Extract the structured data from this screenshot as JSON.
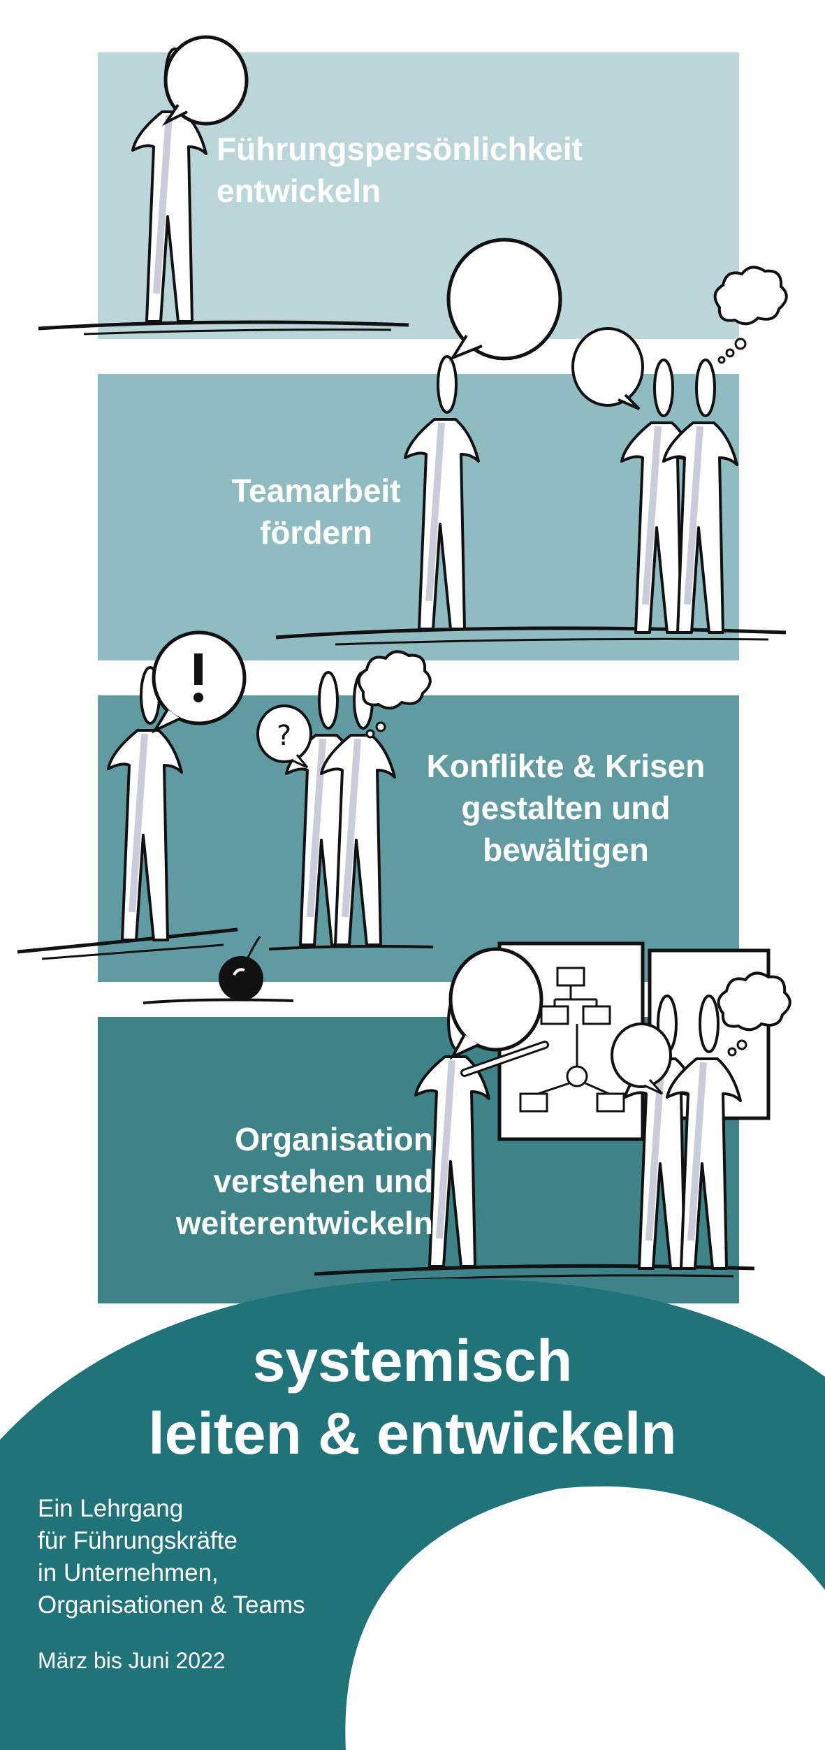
{
  "panels": [
    {
      "title": "Führungspersönlichkeit\nentwickeln"
    },
    {
      "title": "Teamarbeit\nfördern"
    },
    {
      "title": "Konflikte & Krisen\ngestalten und\nbewältigen"
    },
    {
      "title": "Organisation\nverstehen und\nweiterentwickeln"
    }
  ],
  "main_title": "systemisch\nleiten & entwickeln",
  "subtitle": "Ein Lehrgang\nfür Führungskräfte\nin Unternehmen,\nOrganisationen & Teams",
  "date": "März bis Juni 2022",
  "colors": {
    "panel_1": "#bad6d8",
    "panel_2": "#8fbcc1",
    "panel_3": "#5f9ba1",
    "panel_4": "#3d8388",
    "arc": "#21737a",
    "text": "#ffffff"
  },
  "icons": [
    "speech-bubble-icon",
    "thought-cloud-icon",
    "exclamation-bubble-icon",
    "question-bubble-icon",
    "bomb-icon",
    "flowchart-board-icon"
  ]
}
